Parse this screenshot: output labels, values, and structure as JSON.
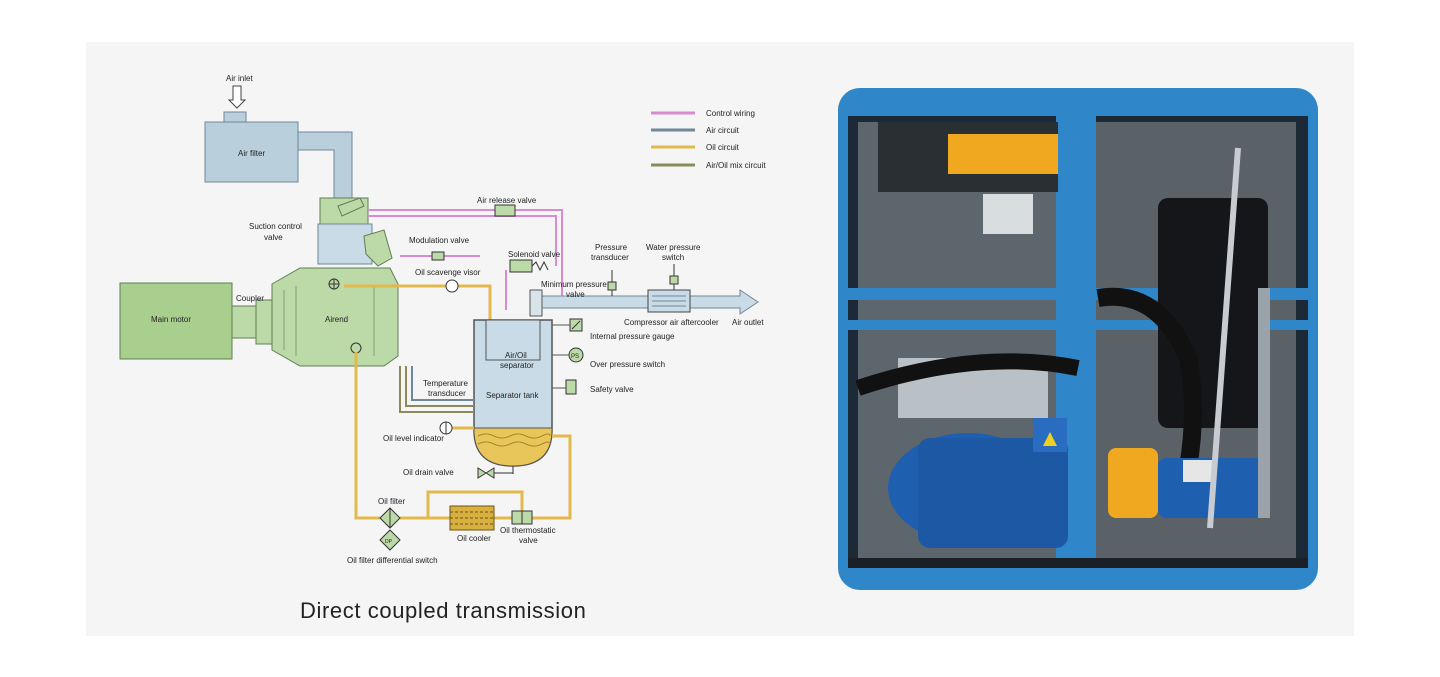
{
  "caption": "Direct coupled transmission",
  "legend": [
    {
      "label": "Control wiring",
      "color": "#d98ad0"
    },
    {
      "label": "Air circuit",
      "color": "#6f8797"
    },
    {
      "label": "Oil circuit",
      "color": "#e2b94a"
    },
    {
      "label": "Air/Oil mix circuit",
      "color": "#8a8a5a"
    }
  ],
  "labels": {
    "air_inlet": "Air inlet",
    "air_filter": "Air  filter",
    "suction_control_valve_1": "Suction control",
    "suction_control_valve_2": "valve",
    "air_release_valve": "Air release valve",
    "modulation_valve": "Modulation valve",
    "solenoid_valve": "Solenoid valve",
    "pressure_transducer_1": "Pressure",
    "pressure_transducer_2": "transducer",
    "water_pressure_switch_1": "Water pressure",
    "water_pressure_switch_2": "switch",
    "oil_scavenge_visor": "Oil scavenge visor",
    "minimum_pressure_valve_1": "Minimum pressure",
    "minimum_pressure_valve_2": "valve",
    "main_motor": "Main  motor",
    "coupler": "Coupler",
    "airend": "Airend",
    "compressor_air_aftercooler": "Compressor air aftercooler",
    "air_outlet": "Air outlet",
    "internal_pressure_gauge": "Internal pressure gauge",
    "air_oil_separator_1": "Air/Oil",
    "air_oil_separator_2": "separator",
    "over_pressure_switch": "Over pressure switch",
    "ps": "PS",
    "temperature_transducer_1": "Temperature",
    "temperature_transducer_2": "transducer",
    "separator_tank": "Separator tank",
    "safety_valve": "Safety valve",
    "oil_level_indicator": "Oil level indicator",
    "oil_drain_valve": "Oil drain valve",
    "oil_filter": "Oil filter",
    "oil_cooler": "Oil cooler",
    "oil_thermostatic_valve_1": "Oil thermostatic",
    "oil_thermostatic_valve_2": "valve",
    "oil_filter_differential_switch": "Oil filter differential switch"
  },
  "colors": {
    "machine_frame": "#2f86c8",
    "motor_blue": "#1f5fb0",
    "coupling_yellow": "#f0a820",
    "air_pipe": "#b9cfdb",
    "component_green": "#bcd9a8",
    "tank_blue": "#c9dbe6",
    "oil_fill": "#e8c65a"
  }
}
